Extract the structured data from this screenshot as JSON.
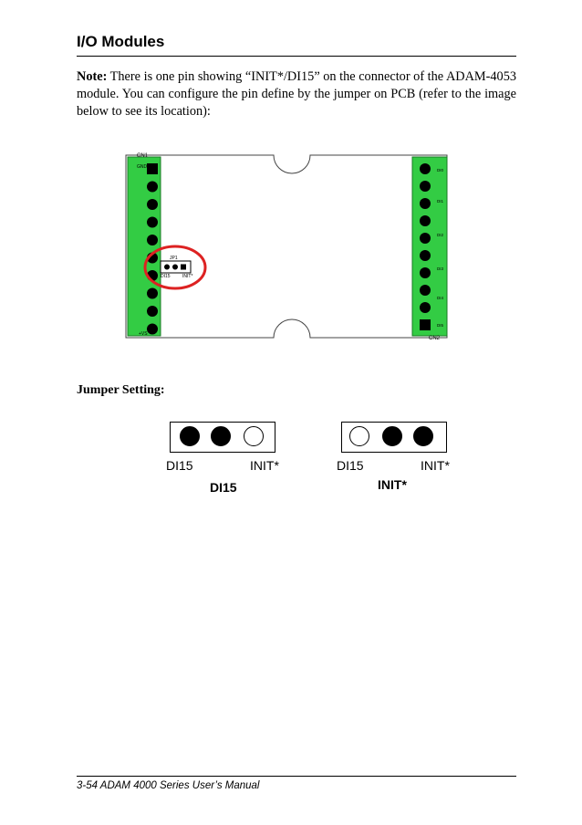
{
  "header": {
    "title": "I/O Modules"
  },
  "note": {
    "label": "Note:",
    "text": " There is one pin showing “INIT*/DI15” on the connector of the ADAM-4053 module.  You can configure the pin define by the jumper on PCB (refer to the image below to see its location):"
  },
  "pcb": {
    "board_color": "#ffffff",
    "connector_color": "#33cc44",
    "highlight_color": "#dd2222",
    "labels": {
      "cn1": "CN1",
      "cn2": "CN2",
      "left_top": "GND",
      "left_bottom": "+VS",
      "jumper": "JP1",
      "di15": "DI15",
      "init": "INIT*",
      "right_labels": [
        "DI0",
        "DI1",
        "DI2",
        "DI3",
        "DI4",
        "DI5"
      ]
    }
  },
  "jumper_setting": {
    "heading": "Jumper Setting:",
    "configs": [
      {
        "title": "DI15",
        "left_label": "DI15",
        "right_label": "INIT*",
        "pins": [
          true,
          true,
          false
        ]
      },
      {
        "title": "INIT*",
        "left_label": "DI15",
        "right_label": "INIT*",
        "pins": [
          false,
          true,
          true
        ]
      }
    ]
  },
  "footer": {
    "text": "3-54 ADAM 4000 Series User’s Manual"
  }
}
